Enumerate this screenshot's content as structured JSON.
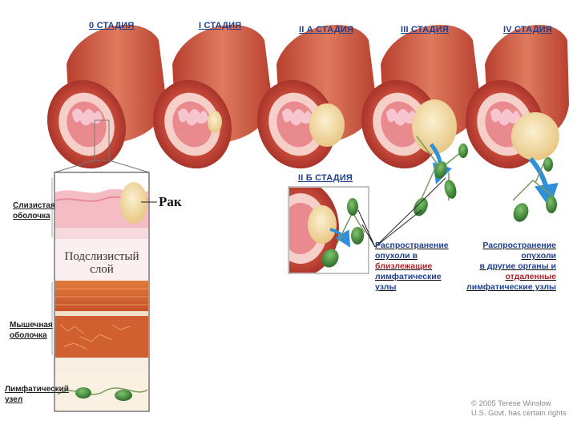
{
  "stages": [
    {
      "key": "0",
      "label": "0 СТАДИЯ"
    },
    {
      "key": "I",
      "label": "I СТАДИЯ"
    },
    {
      "key": "IIA",
      "label": "II А СТАДИЯ"
    },
    {
      "key": "III",
      "label": "III СТАДИЯ"
    },
    {
      "key": "IV",
      "label": "IV СТАДИЯ"
    },
    {
      "key": "IIB",
      "label": "II Б СТАДИЯ"
    }
  ],
  "cross_section": {
    "mucosa_label": "Слизистая оболочка",
    "cancer_label": "Рак",
    "submucosa_label_1": "Подслизистый",
    "submucosa_label_2": "слой",
    "muscle_label": "Мышечная оболочка",
    "lymph_label": "Лимфатический узел"
  },
  "notes": {
    "nearby": {
      "line1": "Распространение",
      "line2": "опухоли в",
      "line3": "близлежащие",
      "line4": "лимфатические",
      "line5": "узлы"
    },
    "distant": {
      "line1": "Распространение",
      "line2": "опухоли",
      "line3": "в другие органы и",
      "line4": "отдаленные",
      "line5": "лимфатические узлы"
    }
  },
  "copyright": {
    "line1": "© 2005 Terese Winslow",
    "line2": "U.S. Govt. has certain rights"
  },
  "colors": {
    "outer_muscle": "#c74a3a",
    "inner_lining": "#f2b9b6",
    "tumor": "#f3dfae",
    "lymph_node": "#3f8a3a",
    "arrow": "#2f8fd8",
    "label_blue": "#1f3f8f",
    "label_red": "#b0202a"
  }
}
